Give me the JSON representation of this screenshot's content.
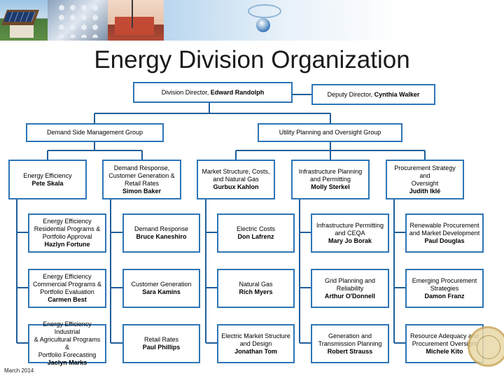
{
  "title": "Energy Division Organization",
  "footer": "March 2014",
  "director": {
    "role": "Division Director,",
    "name": "Edward Randolph"
  },
  "deputy": {
    "role": "Deputy Director,",
    "name": "Cynthia Walker"
  },
  "groups": {
    "dsm": "Demand Side Management Group",
    "upo": "Utility Planning and Oversight Group"
  },
  "sections": [
    {
      "lines": [
        "Energy Efficiency"
      ],
      "name": "Pete Skala"
    },
    {
      "lines": [
        "Demand Response,",
        "Customer Generation &",
        "Retail Rates"
      ],
      "name": "Simon Baker"
    },
    {
      "lines": [
        "Market Structure, Costs,",
        "and Natural Gas"
      ],
      "name": "Gurbux Kahlon"
    },
    {
      "lines": [
        "Infrastructure Planning",
        "and Permitting"
      ],
      "name": "Molly Sterkel"
    },
    {
      "lines": [
        "Procurement Strategy and",
        "Oversight"
      ],
      "name": "Judith Iklé"
    }
  ],
  "units": [
    [
      {
        "lines": [
          "Energy Efficiency",
          "Residential Programs &",
          "Portfolio Approval"
        ],
        "name": "Hazlyn Fortune"
      },
      {
        "lines": [
          "Energy Efficiency",
          "Commercial Programs &",
          "Portfolio Evaluation"
        ],
        "name": "Carmen Best"
      },
      {
        "lines": [
          "Energy Efficiency Industrial",
          "& Agricultural Programs &",
          "Portfolio Forecasting"
        ],
        "name": "Jaclyn Marks"
      }
    ],
    [
      {
        "lines": [
          "Demand Response"
        ],
        "name": "Bruce Kaneshiro"
      },
      {
        "lines": [
          "Customer Generation"
        ],
        "name": "Sara Kamins"
      },
      {
        "lines": [
          "Retail Rates"
        ],
        "name": "Paul Phillips"
      }
    ],
    [
      {
        "lines": [
          "Electric Costs"
        ],
        "name": "Don Lafrenz"
      },
      {
        "lines": [
          "Natural Gas"
        ],
        "name": "Rich Myers"
      },
      {
        "lines": [
          "Electric Market Structure",
          "and Design"
        ],
        "name": "Jonathan Tom"
      }
    ],
    [
      {
        "lines": [
          "Infrastructure Permitting",
          "and CEQA"
        ],
        "name": "Mary Jo Borak"
      },
      {
        "lines": [
          "Grid Planning and",
          "Reliability"
        ],
        "name": "Arthur O'Donnell"
      },
      {
        "lines": [
          "Generation and",
          "Transmission Planning"
        ],
        "name": "Robert Strauss"
      }
    ],
    [
      {
        "lines": [
          "Renewable Procurement",
          "and Market Development"
        ],
        "name": "Paul Douglas"
      },
      {
        "lines": [
          "Emerging Procurement",
          "Strategies"
        ],
        "name": "Damon Franz"
      },
      {
        "lines": [
          "Resource Adequacy and",
          "Procurement Oversight"
        ],
        "name": "Michele Kito"
      }
    ]
  ],
  "colors": {
    "box_border": "#2e75b6",
    "connector": "#1f5f9a"
  }
}
